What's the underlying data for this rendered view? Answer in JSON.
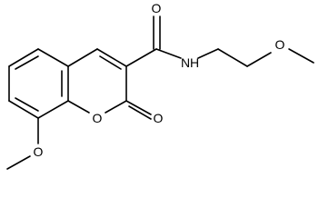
{
  "molecule": {
    "atoms": {
      "amide_oxygen": "O",
      "amide_nitrogen": "N",
      "amide_hydrogen": "H",
      "ether_oxygen_chain": "O",
      "ring_oxygen": "O",
      "lactone_carbonyl_oxygen": "O",
      "methoxy_oxygen_ring": "O"
    }
  }
}
